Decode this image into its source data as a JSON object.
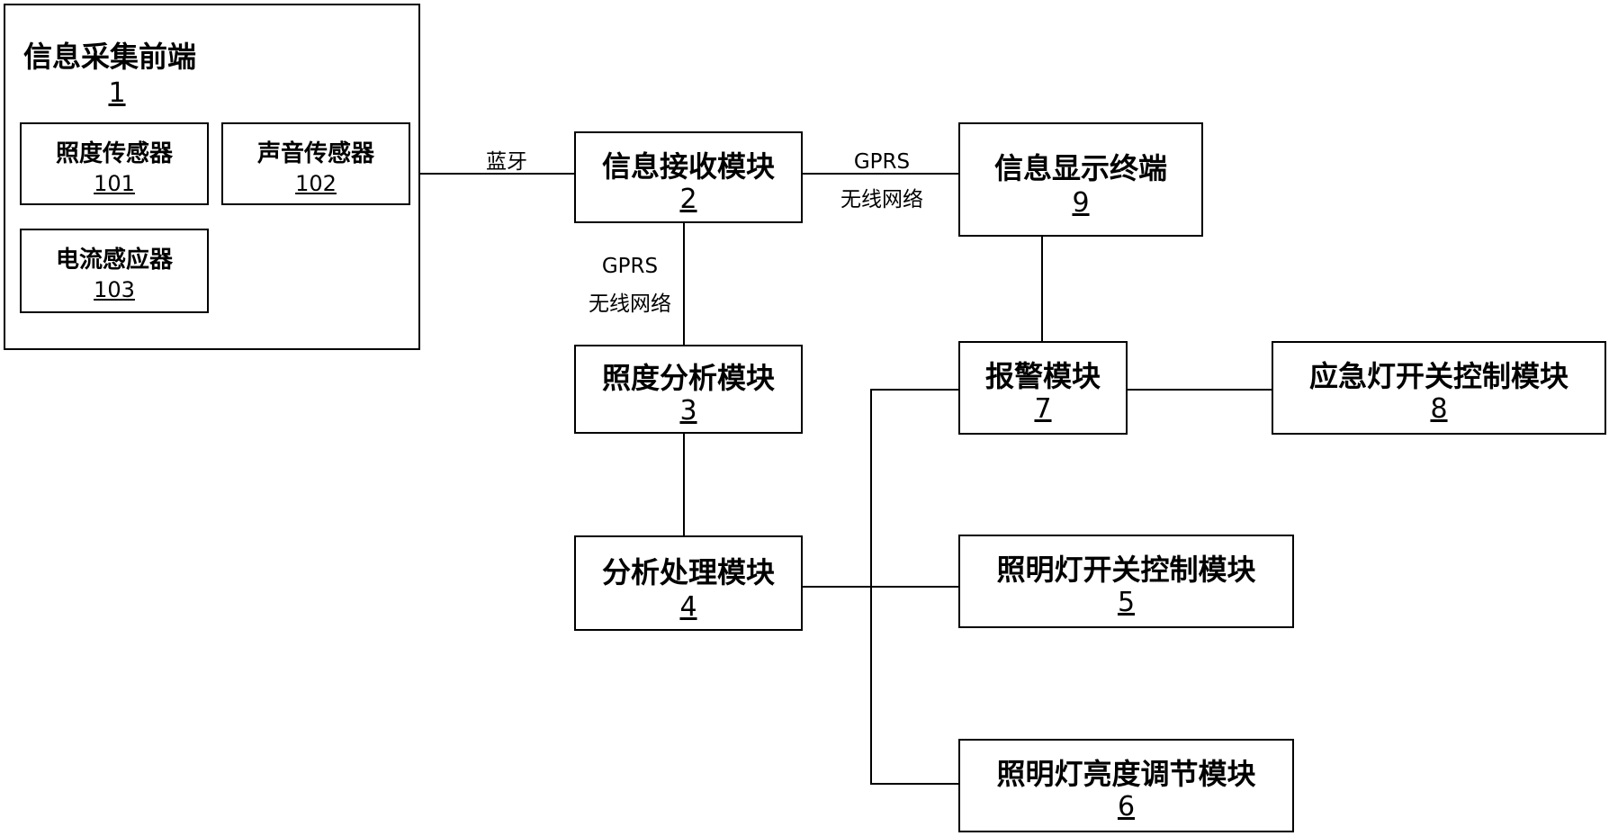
{
  "front_end": {
    "title": "信息采集前端",
    "number": "1",
    "sensors": [
      {
        "title": "照度传感器",
        "number": "101"
      },
      {
        "title": "声音传感器",
        "number": "102"
      },
      {
        "title": "电流感应器",
        "number": "103"
      }
    ]
  },
  "modules": {
    "receive": {
      "title": "信息接收模块",
      "number": "2"
    },
    "illum_analysis": {
      "title": "照度分析模块",
      "number": "3"
    },
    "process": {
      "title": "分析处理模块",
      "number": "4"
    },
    "light_switch": {
      "title": "照明灯开关控制模块",
      "number": "5"
    },
    "brightness": {
      "title": "照明灯亮度调节模块",
      "number": "6"
    },
    "alarm": {
      "title": "报警模块",
      "number": "7"
    },
    "emergency": {
      "title": "应急灯开关控制模块",
      "number": "8"
    },
    "display": {
      "title": "信息显示终端",
      "number": "9"
    }
  },
  "edges": {
    "bluetooth": "蓝牙",
    "gprs_h": {
      "line1": "GPRS",
      "line2": "无线网络"
    },
    "gprs_v": {
      "line1": "GPRS",
      "line2": "无线网络"
    }
  }
}
